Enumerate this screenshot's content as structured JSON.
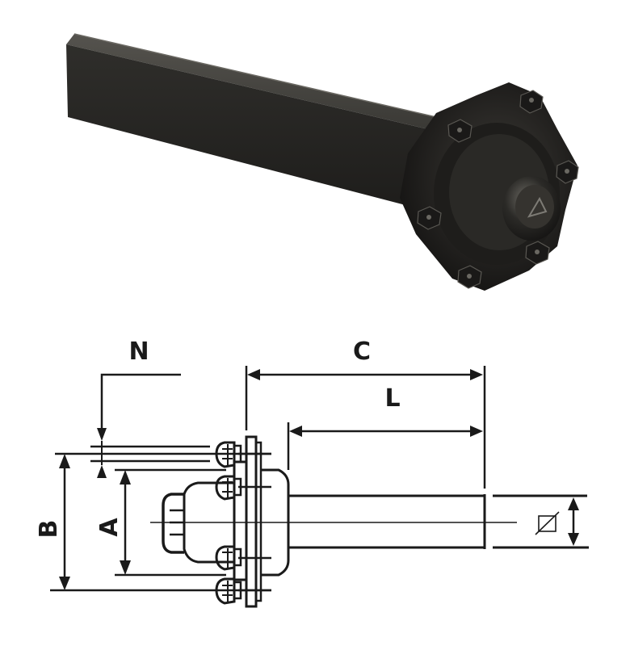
{
  "photo": {
    "subject": "Square-section stub axle with 6-stud wheel hub",
    "colors": {
      "metal": "#2b2a28",
      "highlight": "#5a5853",
      "shadow": "#151413"
    }
  },
  "drawing": {
    "labels": {
      "N": "N",
      "C": "C",
      "L": "L",
      "A": "A",
      "B": "B",
      "square_section": "⌀"
    },
    "line_color": "#1a1a1a"
  }
}
